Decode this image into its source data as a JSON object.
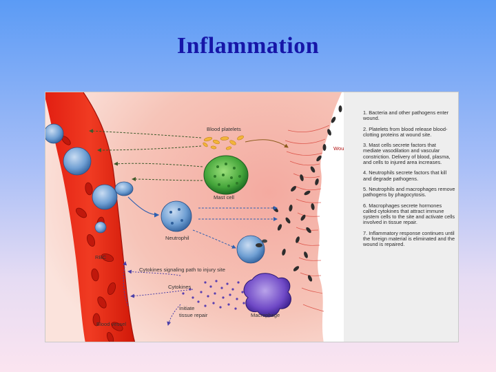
{
  "slide": {
    "title": "Inflammation"
  },
  "figure": {
    "labels": {
      "blood_platelets": "Blood platelets",
      "wound": "Wound",
      "mast_cell": "Mast cell",
      "neutrophil": "Neutrophil",
      "rbc": "RBC",
      "cytokines_signal": "Cytokines signaling path to injury site",
      "cytokines": "Cytokines",
      "initiate": "Initiate",
      "tissue_repair": "tissue repair",
      "macrophage": "Macrophage",
      "blood_vessel": "Blood vessel"
    },
    "legend": [
      "1. Bacteria and other pathogens enter wound.",
      "2. Platelets from blood release blood-clotting proteins at wound site.",
      "3. Mast cells secrete factors that mediate vasodilation and vascular constriction. Delivery of blood, plasma, and cells to injured area increases.",
      "4. Neutrophils secrete factors that kill and degrade pathogens.",
      "5. Neutrophils and macrophages remove pathogens by phagocytosis.",
      "6. Macrophages secrete hormones called cytokines that attract immune system cells to the site and activate cells involved in tissue repair.",
      "7. Inflammatory response continues until the foreign material is eliminated and the wound is repaired."
    ]
  }
}
